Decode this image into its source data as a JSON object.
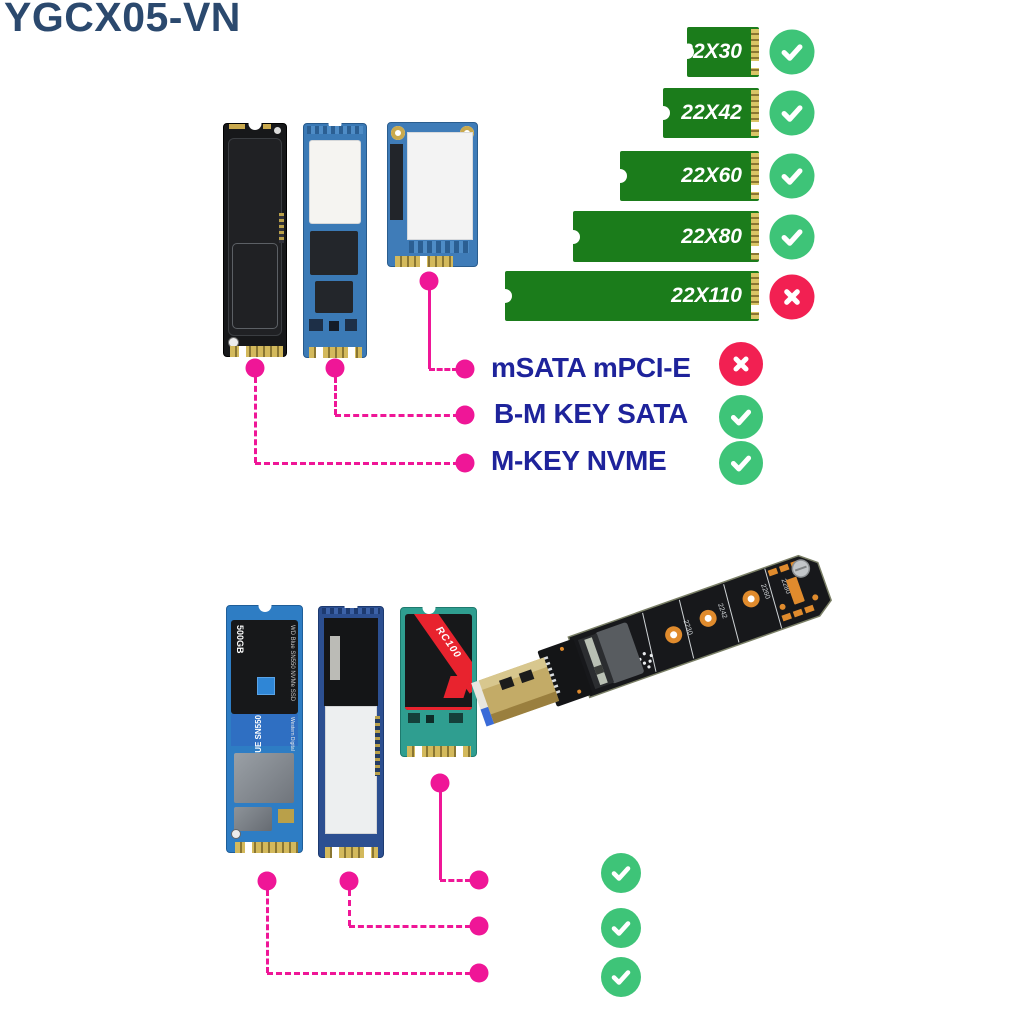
{
  "title": "YGCX05-VN",
  "colors": {
    "accent_pink": "#EF1697",
    "check_green": "#3EC478",
    "cross_red": "#F22052",
    "bar_green": "#1B7C1B",
    "gold": "#C9A94E",
    "title_navy": "#2B496E",
    "label_blue": "#1E239B"
  },
  "size_chart": {
    "items": [
      {
        "label": "22X30",
        "supported": true
      },
      {
        "label": "22X42",
        "supported": true
      },
      {
        "label": "22X60",
        "supported": true
      },
      {
        "label": "22X80",
        "supported": true
      },
      {
        "label": "22X110",
        "supported": false
      }
    ]
  },
  "interfaces": [
    {
      "label": "mSATA mPCI-E",
      "supported": false
    },
    {
      "label": "B-M KEY SATA",
      "supported": true
    },
    {
      "label": "M-KEY NVME",
      "supported": true
    }
  ],
  "bottom_results": [
    {
      "supported": true
    },
    {
      "supported": true
    },
    {
      "supported": true
    }
  ],
  "ssd_labels": {
    "wd_capacity": "500GB",
    "wd_line": "WD Blue SN550 NVMe SSD",
    "wd_band": "WD BLUE SN550",
    "wd_brand": "Western Digital",
    "rc100": "RC100"
  },
  "adapter": {
    "standoffs": [
      "2230",
      "2242",
      "2260",
      "2280"
    ]
  }
}
